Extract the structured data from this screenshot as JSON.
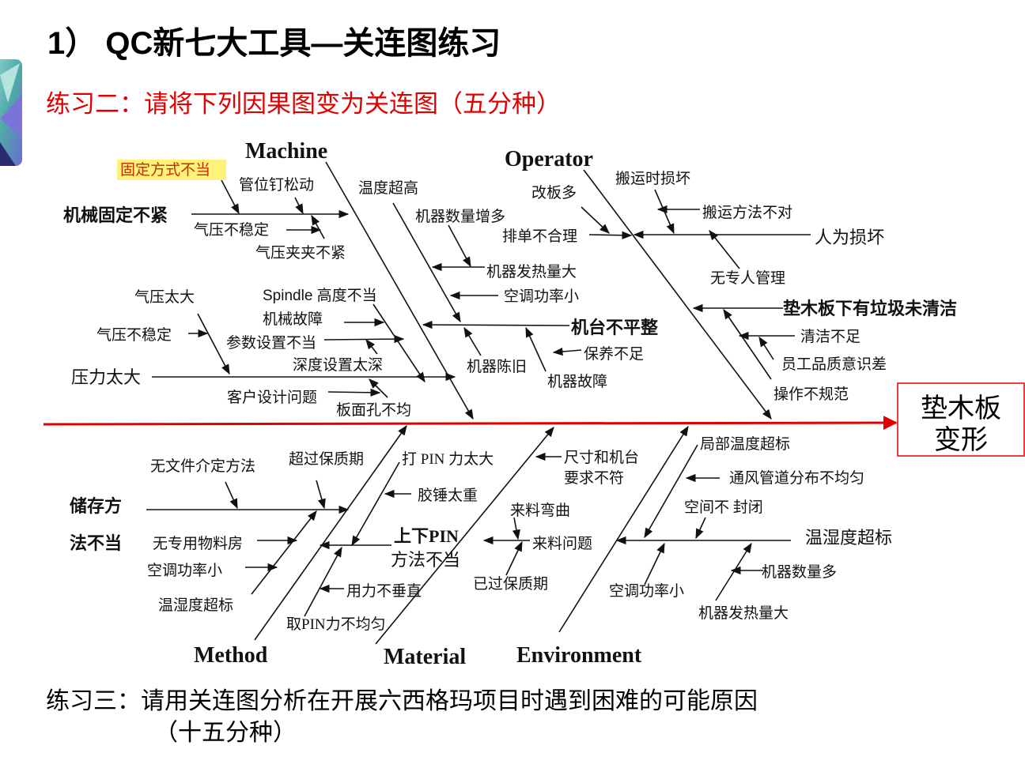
{
  "title": "1） QC新七大工具—关连图练习",
  "subtitle": "练习二：请将下列因果图变为关连图（五分种）",
  "exercise3": {
    "line1": "练习三：请用关连图分析在开展六西格玛项目时遇到困难的可能原因",
    "line2": "（十五分种）"
  },
  "effect": {
    "line1": "垫木板",
    "line2": "变形"
  },
  "colors": {
    "spine": "#e00000",
    "subtitle": "#e00000",
    "highlight": "#fff27a",
    "highlight_text": "#c03000"
  },
  "categories": {
    "machine": "Machine",
    "operator": "Operator",
    "method": "Method",
    "material": "Material",
    "environment": "Environment"
  },
  "machine": {
    "fixed_loose": "机械固定不紧",
    "fix_method": "固定方式不当",
    "pin_loose": "管位钉松动",
    "air_unstable": "气压不稳定",
    "clamp_loose": "气压夹夹不紧",
    "temp_high": "温度超高",
    "air_high": "气压太大",
    "spindle": "Spindle 高度不当",
    "mech_fault": "机械故障",
    "air_unstable2": "气压不稳定",
    "param": "参数设置不当",
    "depth": "深度设置太深",
    "pressure": "压力太大",
    "customer": "客户设计问题",
    "holes": "板面孔不均",
    "more_machines": "机器数量增多",
    "heat": "机器发热量大",
    "ac_low": "空调功率小",
    "uneven": "机台不平整",
    "old": "机器陈旧",
    "maintenance": "保养不足",
    "fault": "机器故障"
  },
  "operator": {
    "rework": "改板多",
    "schedule": "排单不合理",
    "transport_damage": "搬运时损坏",
    "transport_method": "搬运方法不对",
    "human_damage": "人为损坏",
    "no_manager": "无专人管理",
    "debris": "垫木板下有垃圾未清洁",
    "clean_lack": "清洁不足",
    "awareness": "员工品质意识差",
    "nonstandard": "操作不规范"
  },
  "method": {
    "storage1": "储存方",
    "storage2": "法不当",
    "no_doc": "无文件介定方法",
    "expired": "超过保质期",
    "pin_force": "打 PIN 力太大",
    "hammer": "胶锤太重",
    "pin1": "上下PIN",
    "pin2": "方法不当",
    "no_room": "无专用物料房",
    "ac_low": "空调功率小",
    "humid": "温湿度超标",
    "not_vertical": "用力不垂直",
    "pin_uneven": "取PIN力不均匀"
  },
  "material": {
    "size1": "尺寸和机台",
    "size2": "要求不符",
    "bent": "来料弯曲",
    "issue": "来料问题",
    "expired": "已过保质期"
  },
  "environment": {
    "local_temp": "局部温度超标",
    "vent": "通风管道分布不均匀",
    "not_sealed": "空间不 封闭",
    "humid": "温湿度超标",
    "more_machines": "机器数量多",
    "ac_low": "空调功率小",
    "heat": "机器发热量大"
  }
}
